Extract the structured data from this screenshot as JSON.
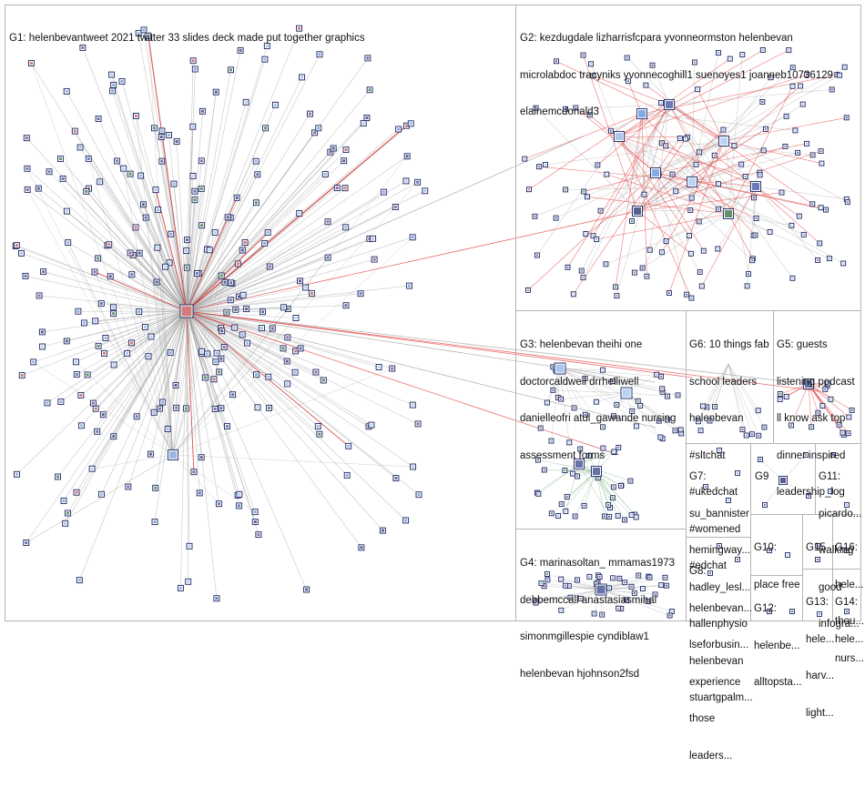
{
  "groups": [
    {
      "id": "G1",
      "lines": [
        "G1: helenbevantweet 2021 twitter 33 slides deck made put together graphics"
      ]
    },
    {
      "id": "G2",
      "lines": [
        "G2: kezdugdale lizharrisfcpara yvonneormston helenbevan",
        "microlabdoc tracyniks yvonnecoghill1 suenoyes1 joanneb10736129",
        "elainemcdonald3"
      ]
    },
    {
      "id": "G3",
      "lines": [
        "G3: helenbevan theihi one",
        "doctorcaldwell drrhelliwell",
        "danielleofri atul_gawande nursing",
        "assessment forms"
      ]
    },
    {
      "id": "G4",
      "lines": [
        "G4: marinasoltan_ mmamas1973",
        "debbemccall anastasiasmihai",
        "simonmgillespie cyndiblaw1",
        "helenbevan hjohnson2fsd"
      ]
    },
    {
      "id": "G5",
      "lines": [
        "G5: guests",
        "listening podcast",
        "ll know ask top",
        "dinner inspired",
        "leadership_log"
      ]
    },
    {
      "id": "G6",
      "lines": [
        "G6: 10 things fab",
        "school leaders",
        "helenbevan",
        "#sltchat",
        "#ukedchat",
        "#womened",
        "#edchat"
      ]
    },
    {
      "id": "G7",
      "lines": [
        "G7:",
        "su_bannister",
        "hemingway...",
        "hadley_lesl...",
        "hallenphysio",
        "helenbevan",
        "stuartgpalm..."
      ]
    },
    {
      "id": "G8",
      "lines": [
        "G8:",
        "helenbevan...",
        "lseforbusin...",
        "experience",
        "those",
        "leaders..."
      ]
    },
    {
      "id": "G9",
      "lines": [
        "G9"
      ]
    },
    {
      "id": "G10",
      "lines": [
        "G10:",
        "place free"
      ]
    },
    {
      "id": "G11",
      "lines": [
        "G11:",
        "picardo...",
        "walking",
        "good",
        "infogra..."
      ]
    },
    {
      "id": "G12",
      "lines": [
        "G12:",
        "helenbe...",
        "alltopsta..."
      ]
    },
    {
      "id": "G13",
      "lines": [
        "G13:",
        "hele...",
        "harv...",
        "light..."
      ]
    },
    {
      "id": "G14",
      "lines": [
        "G14:",
        "hele..."
      ]
    },
    {
      "id": "G15",
      "lines": [
        "G15"
      ]
    },
    {
      "id": "G16",
      "lines": [
        "G16:",
        "hele...",
        "thou...",
        "nurs..."
      ]
    }
  ],
  "colors": {
    "edge": "#9a9a9a",
    "edge_highlight": "#e03030",
    "box_border": "#b4b4b4",
    "node_palette": [
      "#1f2a6b",
      "#3a4da0",
      "#8fb4e8",
      "#5b8fd6",
      "#6e3b8a",
      "#2d6e3a",
      "#7aa0d8",
      "#334488",
      "#a0c4f0",
      "#c05050"
    ]
  },
  "icons": {
    "node": "user-avatar-square-icon",
    "hub": "profile-picture-icon"
  }
}
